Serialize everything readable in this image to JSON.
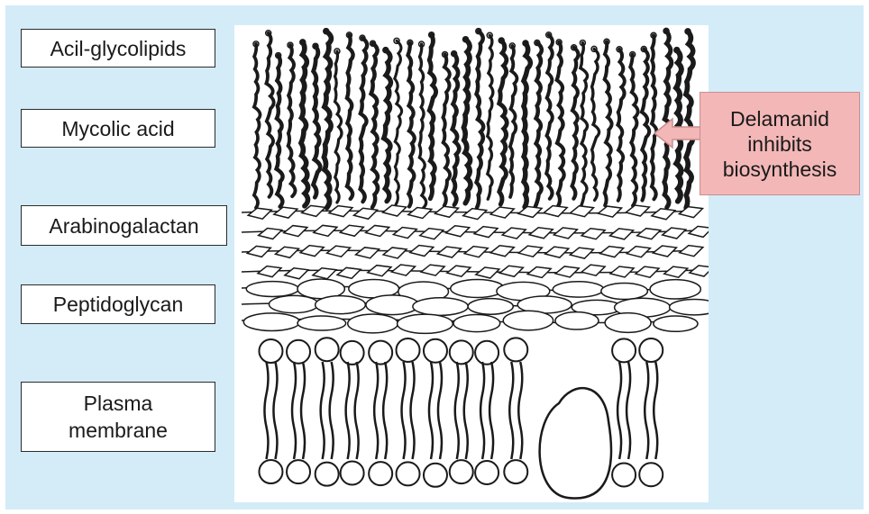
{
  "labels": {
    "acil": "Acil-glycolipids",
    "mycolic": "Mycolic acid",
    "arabinogalactan": "Arabinogalactan",
    "peptidoglycan": "Peptidoglycan",
    "plasma_line1": "Plasma",
    "plasma_line2": "membrane"
  },
  "callout": {
    "line1": "Delamanid",
    "line2": "inhibits",
    "line3": "biosynthesis"
  },
  "colors": {
    "background": "#d3ecf8",
    "callout_fill": "#f3b7b7",
    "ink": "#1a1a1a"
  }
}
